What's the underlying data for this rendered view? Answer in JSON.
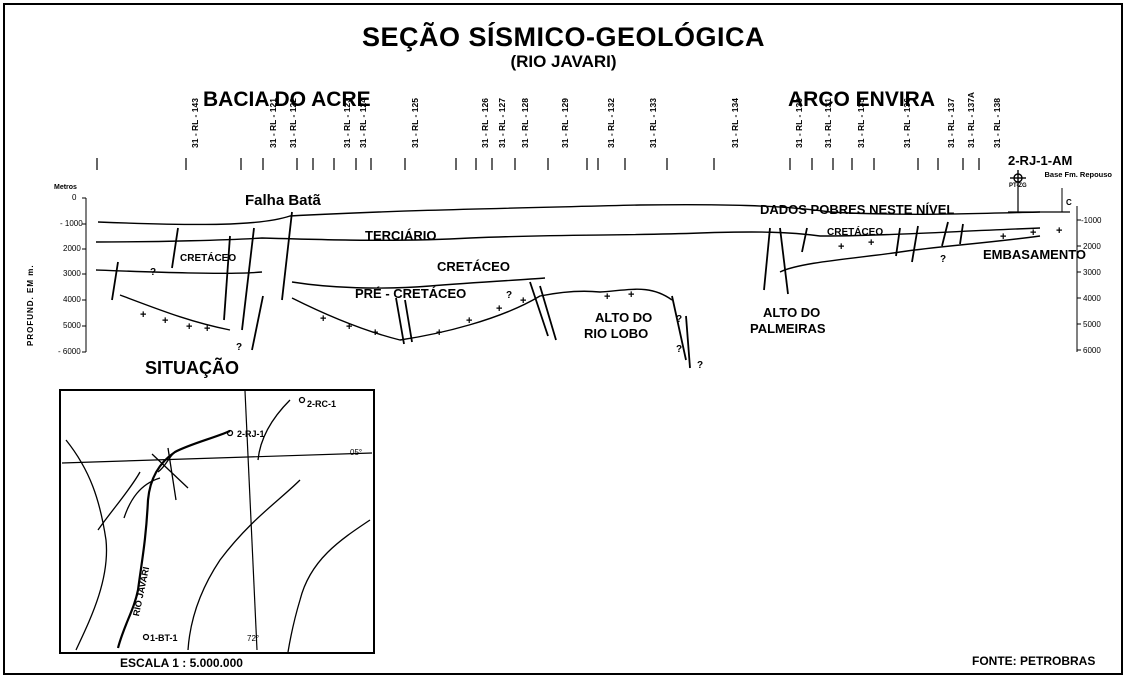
{
  "title": "SEÇÃO SÍSMICO-GEOLÓGICA",
  "subtitle": "(RIO JAVARI)",
  "regions": {
    "left": "BACIA DO ACRE",
    "right": "ARCO ENVIRA"
  },
  "seismic_lines": [
    "31 - RL - 143",
    "31 - RL - 121",
    "31 - RL - 122",
    "31 - RL - 123",
    "31 - RL - 124",
    "31 - RL - 125",
    "31 - RL - 126",
    "31 - RL - 127",
    "31 - RL - 128",
    "31 - RL - 129",
    "31 - RL - 132",
    "31 - RL - 133",
    "31 - RL - 134",
    "31 - RL - 130",
    "31 - RL - 131",
    "31 - RL - 135",
    "31 - RL - 136",
    "31 - RL - 137",
    "31 - RL - 137A",
    "31 - RL - 138"
  ],
  "well": {
    "name": "2-RJ-1-AM",
    "code": "PT-ZG",
    "formation": "Base Fm. Repouso",
    "c_label": "C"
  },
  "axis": {
    "left_unit": "Metros",
    "left_axis_label": "PROFUND. EM m.",
    "left_ticks": [
      "0",
      "- 1000",
      "2000",
      "3000",
      "4000",
      "5000",
      "- 6000"
    ],
    "right_ticks": [
      "-1000",
      "2000",
      "3000",
      "4000",
      "5000",
      "6000"
    ]
  },
  "section_labels": {
    "falha": "Falha Batã",
    "dados": "DADOS POBRES NESTE NÍVEL",
    "terciario": "TERCIÁRIO",
    "cretaceo_main": "CRETÁCEO",
    "cretaceo_left": "CRETÁCEO",
    "cretaceo_right": "CRETÁCEO",
    "pre_cretaceo": "PRÉ - CRETÁCEO",
    "alto_rio_lobo_1": "ALTO DO",
    "alto_rio_lobo_2": "RIO LOBO",
    "alto_palmeiras_1": "ALTO DO",
    "alto_palmeiras_2": "PALMEIRAS",
    "embasamento": "EMBASAMENTO"
  },
  "situacao": {
    "title": "SITUAÇÃO",
    "wells": [
      "2-RC-1",
      "2-RJ-1",
      "1-BT-1"
    ],
    "river": "RIO JAVARI",
    "lat": "05°",
    "lon": "72°",
    "scale": "ESCALA 1 : 5.000.000"
  },
  "source": "FONTE: PETROBRAS"
}
